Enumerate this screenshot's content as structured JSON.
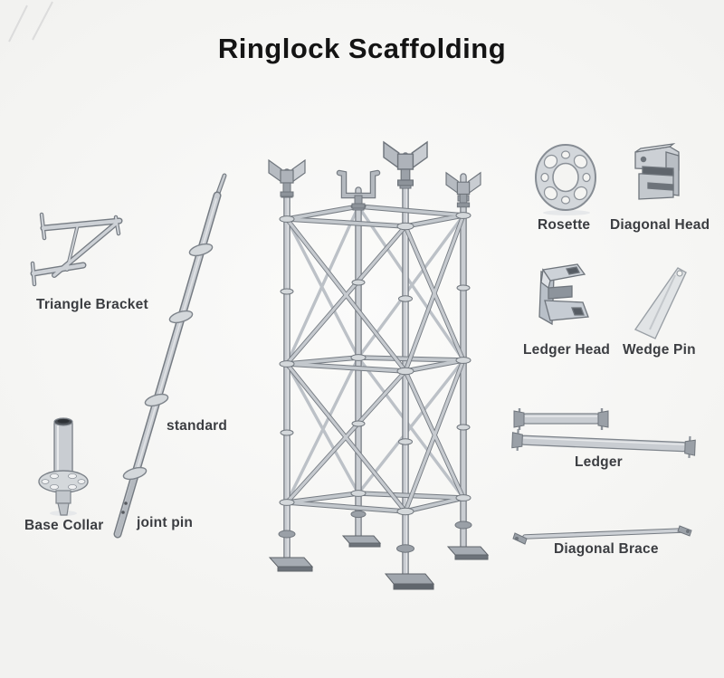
{
  "title": "Ringlock Scaffolding",
  "parts": {
    "triangle_bracket": {
      "label": "Triangle Bracket"
    },
    "standard": {
      "label": "standard"
    },
    "joint_pin": {
      "label": "joint pin"
    },
    "base_collar": {
      "label": "Base Collar"
    },
    "rosette": {
      "label": "Rosette"
    },
    "diagonal_head": {
      "label": "Diagonal Head"
    },
    "ledger_head": {
      "label": "Ledger Head"
    },
    "wedge_pin": {
      "label": "Wedge Pin"
    },
    "ledger": {
      "label": "Ledger"
    },
    "diagonal_brace": {
      "label": "Diagonal Brace"
    }
  },
  "colors": {
    "background": "#f6f6f4",
    "title_text": "#141414",
    "label_text": "#3b3d41",
    "metal_light": "#d3d7db",
    "metal_mid": "#c7cbd0",
    "metal_dark": "#7d838a"
  }
}
